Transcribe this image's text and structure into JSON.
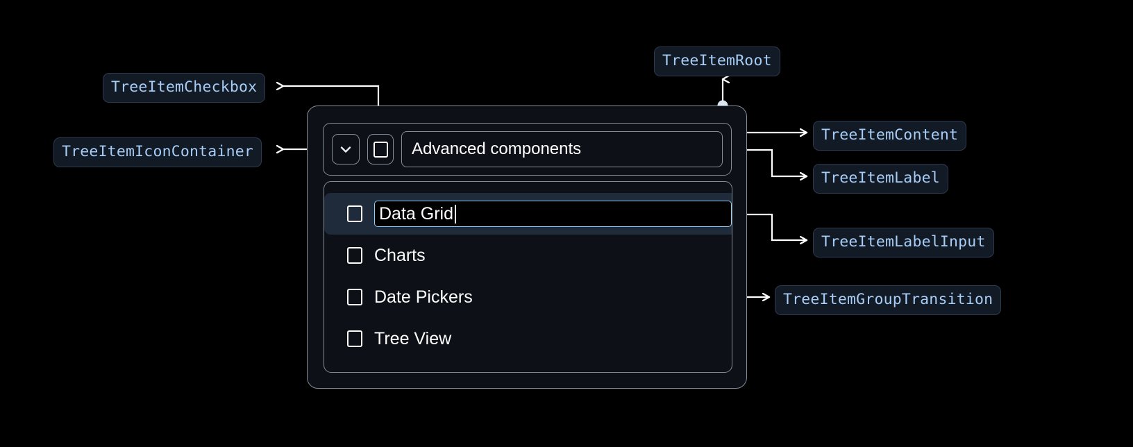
{
  "theme": {
    "background": "#000000",
    "badge_bg": "#121a26",
    "badge_border": "#2e3a4d",
    "badge_text": "#a8cdf5",
    "panel_bg": "#0d1117",
    "panel_border": "#858d97",
    "selected_row_bg": "#1f2b3a",
    "input_border": "#90caf9",
    "connector": "#ffffff",
    "text": "#ffffff"
  },
  "annotations": [
    {
      "id": "tree-item-checkbox",
      "label": "TreeItemCheckbox"
    },
    {
      "id": "tree-item-icon-container",
      "label": "TreeItemIconContainer"
    },
    {
      "id": "tree-item-root",
      "label": "TreeItemRoot"
    },
    {
      "id": "tree-item-content",
      "label": "TreeItemContent"
    },
    {
      "id": "tree-item-label",
      "label": "TreeItemLabel"
    },
    {
      "id": "tree-item-label-input",
      "label": "TreeItemLabelInput"
    },
    {
      "id": "tree-item-group-transition",
      "label": "TreeItemGroupTransition"
    }
  ],
  "tree": {
    "root_item": {
      "expand_icon": "chevron-down-icon",
      "checkbox_state": "unchecked",
      "label": "Advanced components"
    },
    "children": [
      {
        "label": "Data Grid",
        "checkbox_state": "unchecked",
        "editing": true,
        "selected": true
      },
      {
        "label": "Charts",
        "checkbox_state": "unchecked",
        "editing": false,
        "selected": false
      },
      {
        "label": "Date Pickers",
        "checkbox_state": "unchecked",
        "editing": false,
        "selected": false
      },
      {
        "label": "Tree View",
        "checkbox_state": "unchecked",
        "editing": false,
        "selected": false
      }
    ]
  }
}
